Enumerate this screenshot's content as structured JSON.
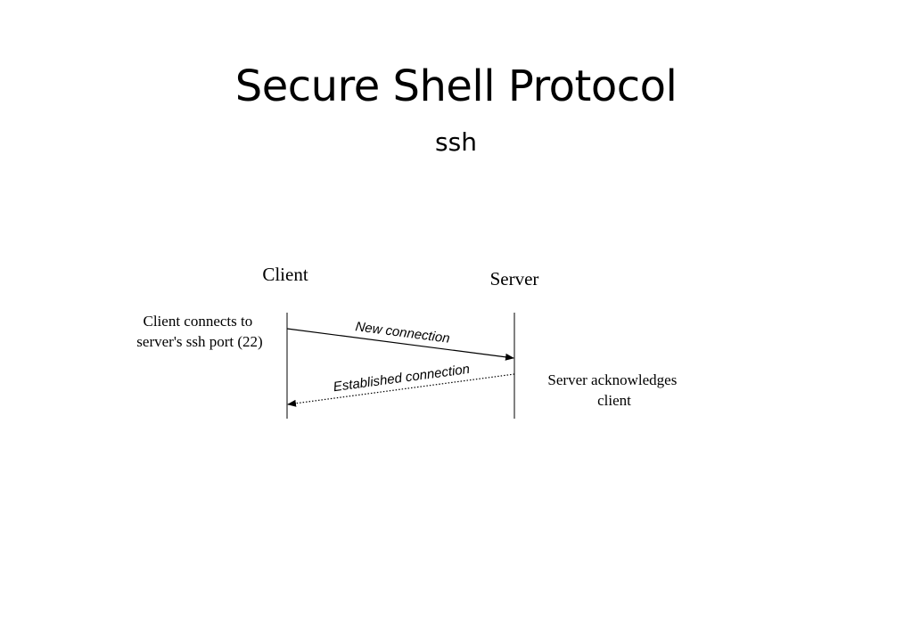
{
  "slide": {
    "title": "Secure Shell Protocol",
    "subtitle": "ssh"
  },
  "diagram": {
    "participants": {
      "client": "Client",
      "server": "Server"
    },
    "messages": [
      {
        "label": "New connection",
        "from": "client",
        "to": "server",
        "line_style": "solid"
      },
      {
        "label": "Established connection",
        "from": "server",
        "to": "client",
        "line_style": "dotted"
      }
    ],
    "notes": {
      "client": [
        "Client connects to",
        "server's ssh port (22)"
      ],
      "server": [
        "Server acknowledges",
        "client"
      ]
    }
  }
}
